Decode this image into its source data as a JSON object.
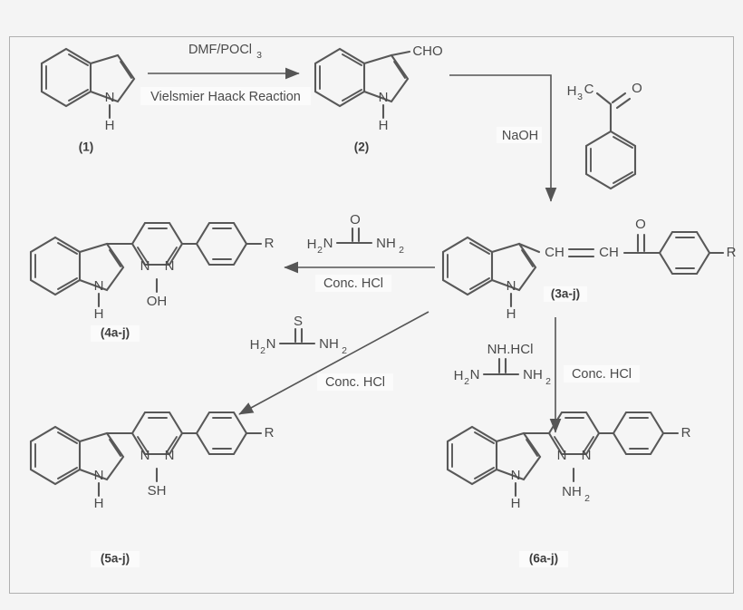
{
  "scheme": {
    "title": "Synthetic scheme for indole-pyrimidine derivatives",
    "background_color": "#f4f4f4",
    "panel_color": "#f5f5f5",
    "bond_color": "#585858",
    "text_color": "#4a4a4a"
  },
  "compounds": [
    {
      "id": "compound-1",
      "label": "(1)",
      "name": "indole",
      "atoms": [
        "N",
        "H"
      ]
    },
    {
      "id": "compound-2",
      "label": "(2)",
      "name": "indole-3-carbaldehyde",
      "atoms": [
        "CHO",
        "N",
        "H"
      ]
    },
    {
      "id": "compound-3",
      "label": "(3a-j)",
      "name": "indolyl chalcone",
      "atoms": [
        "CH",
        "CH",
        "O",
        "R",
        "N",
        "H"
      ]
    },
    {
      "id": "compound-4",
      "label": "(4a-j)",
      "name": "2-hydroxypyrimidine derivative",
      "atoms": [
        "N",
        "N",
        "OH",
        "R",
        "H"
      ]
    },
    {
      "id": "compound-5",
      "label": "(5a-j)",
      "name": "2-mercaptopyrimidine derivative",
      "atoms": [
        "N",
        "N",
        "SH",
        "R",
        "H"
      ]
    },
    {
      "id": "compound-6",
      "label": "(6a-j)",
      "name": "2-aminopyrimidine derivative",
      "atoms": [
        "N",
        "N",
        "NH",
        "R",
        "H"
      ]
    }
  ],
  "reagents": {
    "acetophenone": {
      "id": "acetophenone",
      "methyl": "H",
      "methyl_sub": "3",
      "methyl_c": "C",
      "carbonyl": "O"
    },
    "urea": {
      "id": "urea",
      "left": "H",
      "left_sub": "2",
      "left_n": "N",
      "right_n": "NH",
      "right_sub": "2",
      "carbonyl": "O"
    },
    "thiourea": {
      "id": "thiourea",
      "left": "H",
      "left_sub": "2",
      "left_n": "N",
      "right_n": "NH",
      "right_sub": "2",
      "thiocarbonyl": "S"
    },
    "guanidine": {
      "id": "guanidine-hydrochloride",
      "left": "H",
      "left_sub": "2",
      "left_n": "N",
      "right_n": "NH",
      "right_sub": "2",
      "imine": "NH.HCl"
    }
  },
  "arrows": [
    {
      "id": "arrow-1-to-2",
      "above_label": "DMF/POCl",
      "above_sub": "3",
      "below_label": "Vielsmier Haack Reaction",
      "direction": "right"
    },
    {
      "id": "arrow-2-to-3",
      "label": "NaOH",
      "direction": "down"
    },
    {
      "id": "arrow-3-to-4",
      "label": "Conc. HCl",
      "direction": "left"
    },
    {
      "id": "arrow-3-to-5",
      "label": "Conc. HCl",
      "direction": "diagonal-down-left"
    },
    {
      "id": "arrow-3-to-6",
      "label": "Conc. HCl",
      "direction": "down"
    }
  ],
  "text": {
    "cho": "CHO",
    "ch_left": "CH",
    "ch_right": "CH",
    "n_atom": "N",
    "h_atom": "H",
    "o_atom": "O",
    "s_atom": "S",
    "r_group": "R",
    "oh_group": "OH",
    "sh_group": "SH",
    "nh2_group": "NH",
    "nh2_sub": "2",
    "naoh": "NaOH",
    "conc_hcl": "Conc. HCl",
    "dmf_pocl3": "DMF/POCl",
    "dmf_sub": "3",
    "vielsmier": "Vielsmier Haack Reaction",
    "nh_hcl": "NH.HCl"
  }
}
